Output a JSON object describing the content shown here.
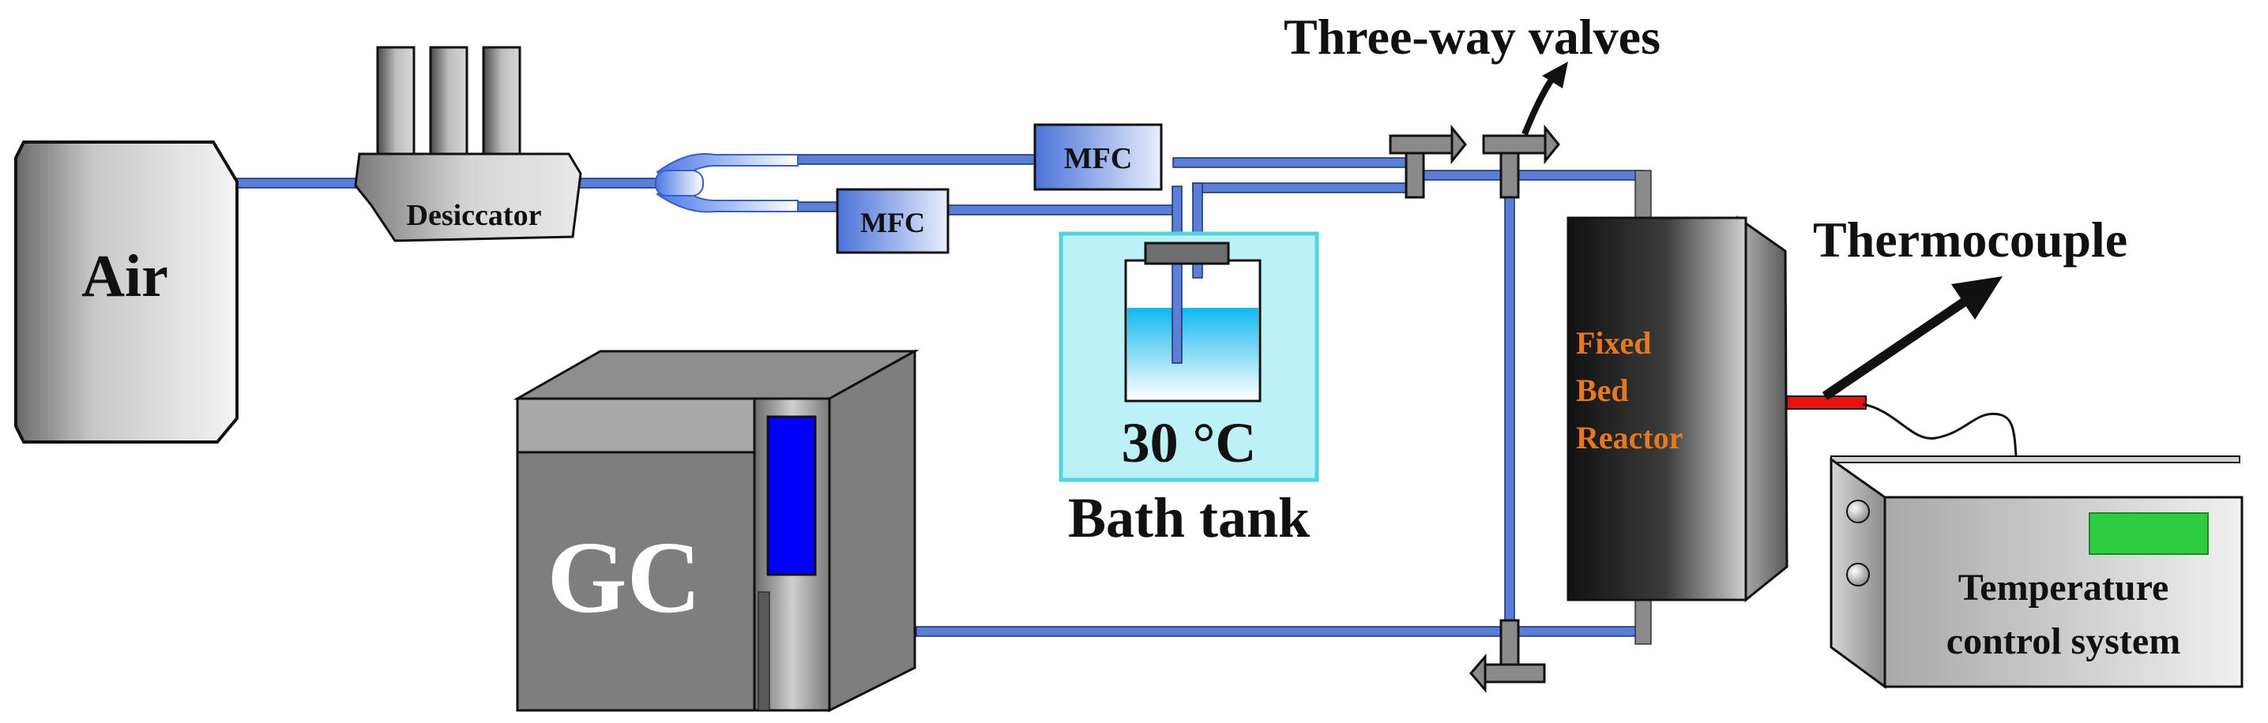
{
  "labels": {
    "air": "Air",
    "desiccator": "Desiccator",
    "mfc_top": "MFC",
    "mfc_bottom": "MFC",
    "temperature": "30 °C",
    "bath_tank": "Bath tank",
    "three_way_valves": "Three-way valves",
    "thermocouple": "Thermocouple",
    "reactor_line1": "Fixed",
    "reactor_line2": "Bed",
    "reactor_line3": "Reactor",
    "gc": "GC",
    "temp_control_line1": "Temperature",
    "temp_control_line2": "control system"
  },
  "colors": {
    "pipe": "#5b7fd6",
    "bath_water": "#27c6ee",
    "bath_frame": "#55d2e2",
    "gc_screen": "#0000ff",
    "temp_display": "#2ecc40",
    "reactor_text": "#e87722",
    "thermocouple_probe": "#e81010"
  }
}
